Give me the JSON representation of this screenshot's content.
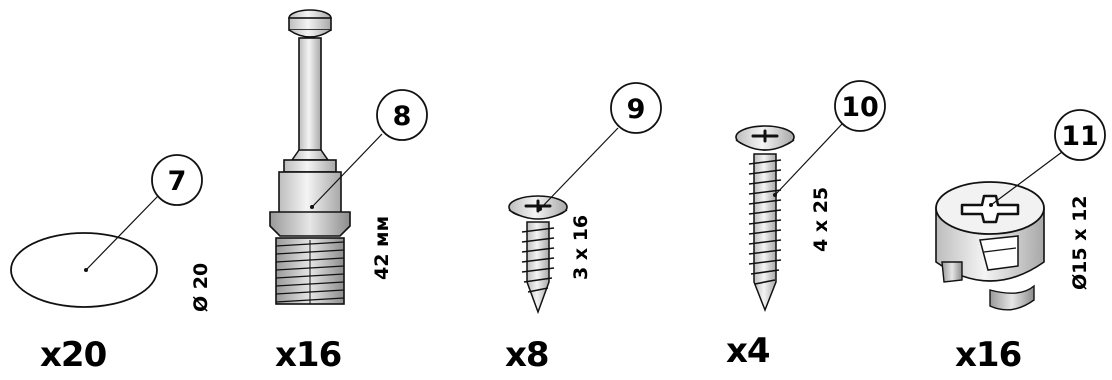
{
  "parts": [
    {
      "callout": "7",
      "dimension": "Ø 20",
      "quantity": "x20",
      "item": "felt-pad"
    },
    {
      "callout": "8",
      "dimension": "42 мм",
      "quantity": "x16",
      "item": "cam-bolt"
    },
    {
      "callout": "9",
      "dimension": "3 x 16",
      "quantity": "x8",
      "item": "wood-screw-small"
    },
    {
      "callout": "10",
      "dimension": "4 x 25",
      "quantity": "x4",
      "item": "wood-screw-large"
    },
    {
      "callout": "11",
      "dimension": "Ø15 x 12",
      "quantity": "x16",
      "item": "cam-lock"
    }
  ],
  "colors": {
    "line": "#111111",
    "background": "#ffffff",
    "shade": "#cfcfcf"
  }
}
